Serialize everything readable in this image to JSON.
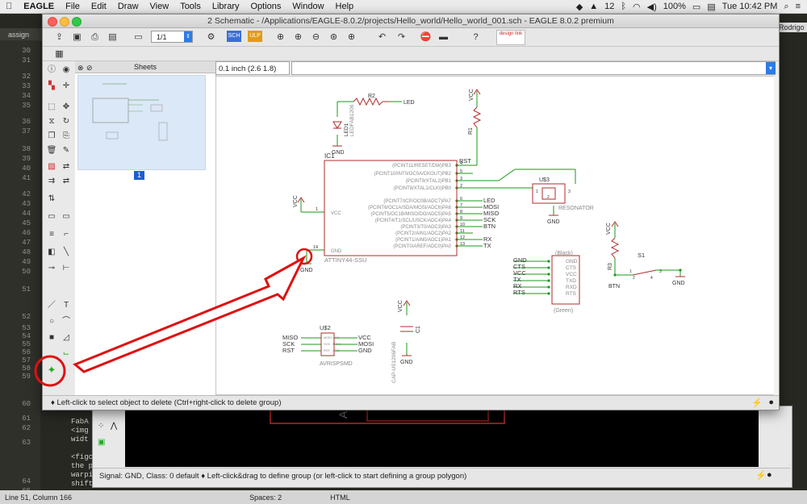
{
  "menubar": {
    "app": "EAGLE",
    "items": [
      "File",
      "Edit",
      "Draw",
      "View",
      "Tools",
      "Library",
      "Options",
      "Window",
      "Help"
    ],
    "right_items": {
      "notifications": "12",
      "battery": "100%",
      "clock": "Tue 10:42 PM"
    }
  },
  "bg_editor": {
    "tab": "assign",
    "line_numbers": [
      "30",
      "31",
      "32",
      "33",
      "34",
      "35",
      "36",
      "37",
      "38",
      "39",
      "40",
      "41",
      "42",
      "43",
      "44",
      "45",
      "46",
      "47",
      "48",
      "49",
      "50",
      "51",
      "52",
      "53",
      "54",
      "55",
      "56",
      "57",
      "58",
      "59",
      "60",
      "61",
      "62",
      "63",
      "64",
      "65"
    ],
    "code_lines": [
      "FabA",
      "<img",
      "widt",
      "",
      "<figc",
      "the p",
      "warpi",
      "shift"
    ],
    "status": {
      "position": "Line 51, Column 166",
      "spaces": "Spaces: 2",
      "syntax": "HTML"
    },
    "user_fragment": "Rodrigo"
  },
  "board_window": {
    "status_text": "Signal: GND, Class: 0 default  ♦ Left-click&drag to define group (or left-click to start defining a group polygon)"
  },
  "window": {
    "title": "2 Schematic - /Applications/EAGLE-8.0.2/projects/Hello_world/Hello_world_001.sch - EAGLE 8.0.2 premium",
    "sheet_select": "1/1",
    "logo_text": "design link",
    "coord": "0.1 inch (2.6 1.8)",
    "status_text": "♦ Left-click to select object to delete (Ctrl+right-click to delete group)"
  },
  "sheets": {
    "header": "Sheets",
    "current": "1"
  },
  "schematic": {
    "ic1": {
      "name": "IC1",
      "value": "ATTINY44-SSU",
      "left_pins": [
        {
          "num": "1",
          "label": "VCC"
        },
        {
          "num": "14",
          "label": "GND"
        }
      ],
      "right_pins": [
        {
          "num": "4",
          "label": "(PCINT11/RESET/DW)PB3",
          "net": "RST"
        },
        {
          "num": "5",
          "label": "(PCINT10/INT0/OC0A/CKOUT)PB2",
          "net": ""
        },
        {
          "num": "3",
          "label": "(PCINT9/XTAL2)PB1",
          "net": ""
        },
        {
          "num": "2",
          "label": "(PCINT8/XTAL1/CLKI)PB0",
          "net": ""
        },
        {
          "num": "6",
          "label": "(PCINT7/ICP/OC0B/ADC7)PA7",
          "net": "LED"
        },
        {
          "num": "7",
          "label": "(PCINT6/OC1A/SDA/MOSI/ADC6)PA6",
          "net": "MOSI"
        },
        {
          "num": "8",
          "label": "(PCINT5/OC1B/MISO/DO/ADC5)PA5",
          "net": "MISO"
        },
        {
          "num": "9",
          "label": "(PCINT4/T1/SCL/USCK/ADC4)PA4",
          "net": "SCK"
        },
        {
          "num": "10",
          "label": "(PCINT3/T0/ADC3)PA3",
          "net": "BTN"
        },
        {
          "num": "11",
          "label": "(PCINT2/AIN1/ADC2)PA2",
          "net": ""
        },
        {
          "num": "12",
          "label": "(PCINT1/AIN0/ADC1)PA1",
          "net": "RX"
        },
        {
          "num": "13",
          "label": "(PCINT0/AREF/ADC0)PA0",
          "net": "TX"
        }
      ]
    },
    "r2": {
      "name": "R2",
      "net": "LED"
    },
    "led": {
      "name": "LED1",
      "value": "LEDFAB1206"
    },
    "r1": {
      "name": "R1"
    },
    "u3": {
      "name": "U$3",
      "value": "RESONATOR",
      "pins": [
        "1",
        "2",
        "3"
      ]
    },
    "r3": {
      "name": "R3"
    },
    "s1": {
      "name": "S1",
      "pins": [
        "1",
        "2",
        "3",
        "4"
      ],
      "net": "BTN"
    },
    "ftdi": {
      "top": "(Black)",
      "bottom": "(Green)",
      "pins": [
        "GND",
        "CTS",
        "VCC",
        "TXD",
        "RXD",
        "RTS"
      ],
      "nets": [
        "GND",
        "CTS",
        "VCC",
        "TX",
        "RX",
        "RTS"
      ]
    },
    "avr": {
      "name": "U$2",
      "value": "AVRISPSMD",
      "left_nets": [
        "MISO",
        "SCK",
        "RST"
      ],
      "right_nets": [
        "VCC",
        "MOSI",
        "GND"
      ],
      "left_pins": [
        "MISO",
        "SCK",
        "RST"
      ],
      "right_pins": [
        "VCC",
        "MOSI",
        "GND"
      ]
    },
    "c1": {
      "name": "C1",
      "value": "CAP-US1206FAB"
    },
    "labels": {
      "vcc": "VCC",
      "gnd": "GND"
    }
  },
  "colors": {
    "wire": "#1a9a1a",
    "part": "#b22b2b",
    "text": "#888888",
    "annotation": "#e01010",
    "accent": "#2d7be6"
  }
}
